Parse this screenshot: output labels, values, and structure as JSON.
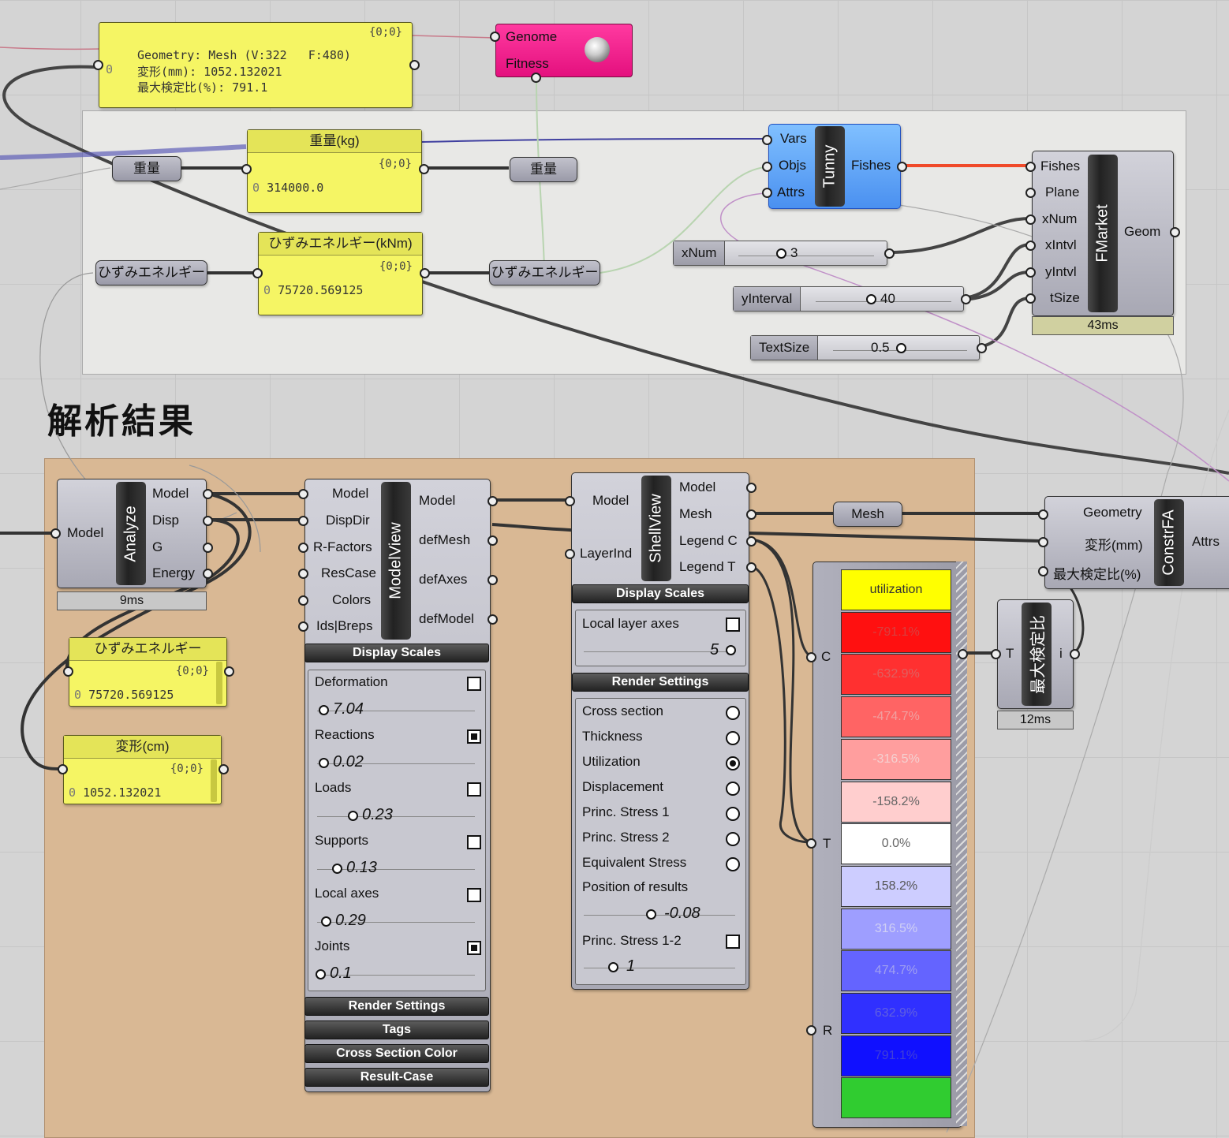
{
  "heading": "解析結果",
  "colors": {
    "yellow_panel": "#f5f564",
    "gene_pool_pink": "#ee1a8e",
    "tunny_blue": "#5aa8ff",
    "group_gray": "#e8e8e8",
    "group_tan": "#d9b894"
  },
  "top_panel": {
    "path": "{0;0}",
    "index": "0",
    "line1": "Geometry: Mesh (V:322   F:480)",
    "line2": "変形(mm): 1052.132021",
    "line3": "最大検定比(%): 791.1"
  },
  "genome": {
    "genome_label": "Genome",
    "fitness_label": "Fitness"
  },
  "relays": {
    "weight_left": "重量",
    "weight_right": "重量",
    "strain_left": "ひずみエネルギー",
    "strain_right": "ひずみエネルギー",
    "mesh": "Mesh"
  },
  "weight_panel": {
    "title": "重量(kg)",
    "path": "{0;0}",
    "index": "0",
    "value": "314000.0"
  },
  "strain_panel": {
    "title": "ひずみエネルギー(kNm)",
    "path": "{0;0}",
    "index": "0",
    "value": "75720.569125"
  },
  "tunny": {
    "name": "Tunny",
    "inputs": [
      "Vars",
      "Objs",
      "Attrs"
    ],
    "output": "Fishes"
  },
  "fmarket": {
    "name": "FMarket",
    "inputs": [
      "Fishes",
      "Plane",
      "xNum",
      "xIntvl",
      "yIntvl",
      "tSize"
    ],
    "output": "Geom",
    "timer": "43ms"
  },
  "sliders": {
    "xnum": {
      "name": "xNum",
      "value": "3"
    },
    "yinterval": {
      "name": "yInterval",
      "value": "40"
    },
    "textsize": {
      "name": "TextSize",
      "value": "0.5"
    }
  },
  "analyze": {
    "name": "Analyze",
    "input": "Model",
    "outputs": [
      "Model",
      "Disp",
      "G",
      "Energy"
    ],
    "timer": "9ms"
  },
  "strain_panel2": {
    "title": "ひずみエネルギー",
    "path": "{0;0}",
    "index": "0",
    "value": "75720.569125"
  },
  "disp_panel": {
    "title": "変形(cm)",
    "path": "{0;0}",
    "index": "0",
    "value": "1052.132021"
  },
  "modelview": {
    "name": "ModelView",
    "inputs": [
      "Model",
      "DispDir",
      "R-Factors",
      "ResCase",
      "Colors",
      "Ids|Breps"
    ],
    "outputs": [
      "Model",
      "defMesh",
      "defAxes",
      "defModel"
    ],
    "display_scales": "Display Scales",
    "settings": [
      {
        "label": "Deformation",
        "checked": false,
        "value": "7.04"
      },
      {
        "label": "Reactions",
        "checked": true,
        "value": "0.02"
      },
      {
        "label": "Loads",
        "checked": false,
        "value": "0.23"
      },
      {
        "label": "Supports",
        "checked": false,
        "value": "0.13"
      },
      {
        "label": "Local axes",
        "checked": false,
        "value": "0.29"
      },
      {
        "label": "Joints",
        "checked": true,
        "value": "0.1"
      }
    ],
    "bars": [
      "Render Settings",
      "Tags",
      "Cross Section Color",
      "Result-Case"
    ]
  },
  "shellview": {
    "name": "ShellView",
    "inputs": [
      "Model",
      "LayerInd"
    ],
    "outputs": [
      "Model",
      "Mesh",
      "Legend C",
      "Legend T"
    ],
    "display_scales": "Display Scales",
    "local_layer_axes": "Local layer axes",
    "layer_value": "5",
    "render_settings": "Render Settings",
    "options": [
      {
        "label": "Cross section",
        "selected": false
      },
      {
        "label": "Thickness",
        "selected": false
      },
      {
        "label": "Utilization",
        "selected": true
      },
      {
        "label": "Displacement",
        "selected": false
      },
      {
        "label": "Princ. Stress 1",
        "selected": false
      },
      {
        "label": "Princ. Stress 2",
        "selected": false
      },
      {
        "label": "Equivalent Stress",
        "selected": false
      }
    ],
    "position_label": "Position of results",
    "position_value": "-0.08",
    "princ12_label": "Princ. Stress 1-2",
    "princ12_value": "1"
  },
  "legend": {
    "inputs": [
      "C",
      "T",
      "R"
    ],
    "entries": [
      {
        "text": "utilization",
        "color": "#ffff00",
        "text_color": "#333"
      },
      {
        "text": "-791.1%",
        "color": "#ff1010",
        "text_color": "#d84040"
      },
      {
        "text": "-632.9%",
        "color": "#ff3030",
        "text_color": "#e06060"
      },
      {
        "text": "-474.7%",
        "color": "#ff6464",
        "text_color": "#f0a0a0"
      },
      {
        "text": "-316.5%",
        "color": "#ff9e9e",
        "text_color": "#f4d0d0"
      },
      {
        "text": "-158.2%",
        "color": "#ffcece",
        "text_color": "#666"
      },
      {
        "text": "0.0%",
        "color": "#ffffff",
        "text_color": "#666"
      },
      {
        "text": "158.2%",
        "color": "#cdcdff",
        "text_color": "#555"
      },
      {
        "text": "316.5%",
        "color": "#9e9eff",
        "text_color": "#d0d0f4"
      },
      {
        "text": "474.7%",
        "color": "#6464ff",
        "text_color": "#a0a0f0"
      },
      {
        "text": "632.9%",
        "color": "#3030ff",
        "text_color": "#6060e0"
      },
      {
        "text": "791.1%",
        "color": "#1010ff",
        "text_color": "#4040d8"
      },
      {
        "text": "",
        "color": "#30cc30",
        "text_color": "#fff"
      }
    ]
  },
  "constrfa": {
    "name": "ConstrFA",
    "inputs": [
      "Geometry",
      "変形(mm)",
      "最大検定比(%)"
    ],
    "output": "Attrs"
  },
  "maxratio": {
    "name": "最大検定比",
    "input": "T",
    "output": "i",
    "timer": "12ms"
  }
}
